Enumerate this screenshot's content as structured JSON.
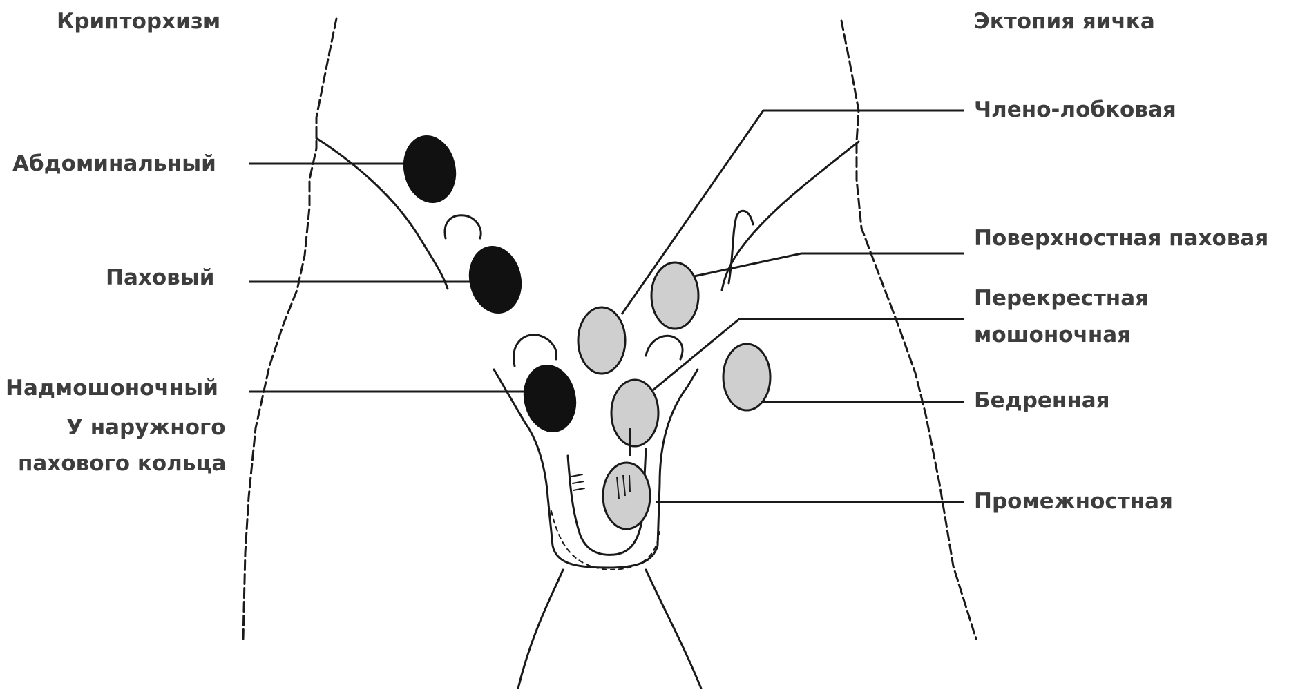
{
  "left_header": "Крипторхизм",
  "right_header": "Эктопия яичка",
  "left_labels": {
    "abdominal": "Абдоминальный",
    "inguinal": "Паховый",
    "suprascrotal": "Надмошоночный",
    "external_ring_1": "У наружного",
    "external_ring_2": "пахового кольца"
  },
  "right_labels": {
    "penopubic": "Члено-лобковая",
    "superficial_inguinal": "Поверхностная паховая",
    "cross_scrotal_1": "Перекрестная",
    "cross_scrotal_2": "мошоночная",
    "femoral": "Бедренная",
    "perineal": "Промежностная"
  },
  "colors": {
    "cryptorchidism_testis": "#111111",
    "ectopia_testis": "#cfcfcf",
    "outline": "#1a1a1a",
    "text": "#3d3d3d"
  }
}
